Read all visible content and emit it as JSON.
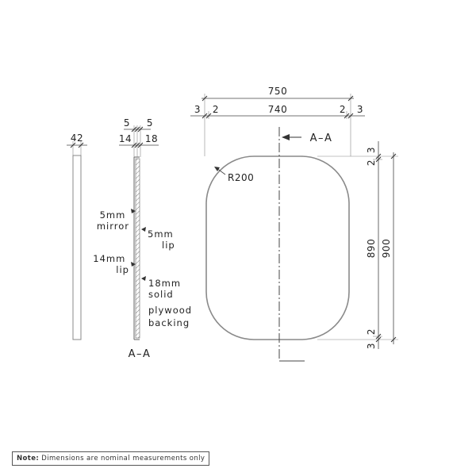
{
  "drawing": {
    "front_view": {
      "width_overall": "750",
      "width_edge_left": "3",
      "width_lip_left": "2",
      "width_mirror": "740",
      "width_lip_right": "2",
      "width_edge_right": "3",
      "height_overall": "900",
      "height_mirror": "890",
      "height_edge_top": "3",
      "height_lip_top": "2",
      "height_lip_bottom": "2",
      "height_edge_bottom": "3",
      "corner_radius": "R200",
      "section_marker": "A–A"
    },
    "side_view": {
      "depth": "42"
    },
    "section_view": {
      "title": "A–A",
      "dim_top_left": "5",
      "dim_top_right": "5",
      "dim_left": "14",
      "dim_right": "18",
      "labels": {
        "mirror": [
          "5mm",
          "mirror"
        ],
        "lip_top": [
          "5mm",
          "lip"
        ],
        "lip_side": [
          "14mm",
          "lip"
        ],
        "backing": [
          "18mm",
          "solid",
          "plywood",
          "backing"
        ]
      }
    }
  },
  "note": {
    "prefix": "Note:",
    "text": " Dimensions are nominal measurements only"
  }
}
